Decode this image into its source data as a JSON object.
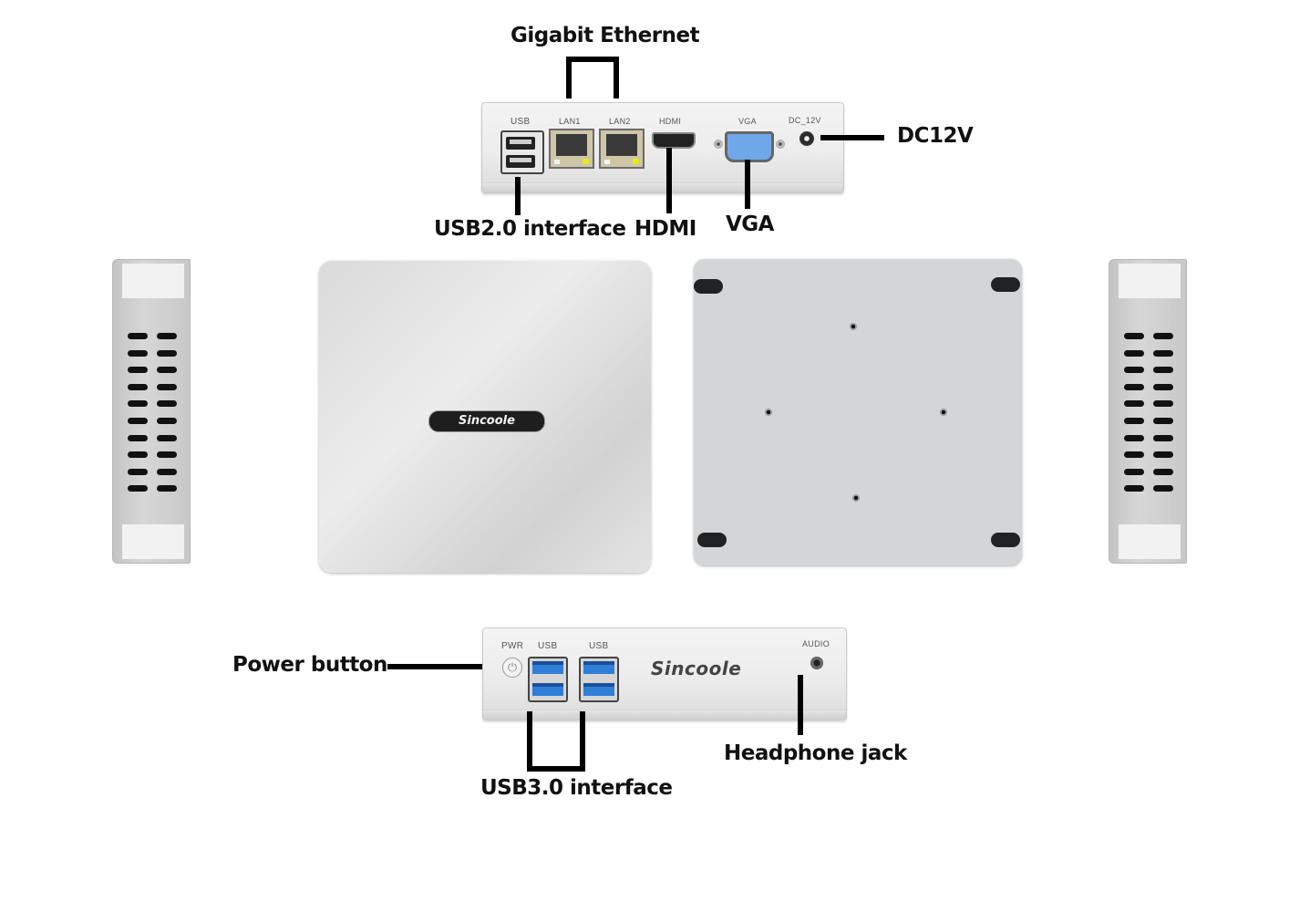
{
  "diagram": {
    "title": "Sincoole Mini PC port layout",
    "brand": "Sincoole",
    "callouts": {
      "gigabit_ethernet": "Gigabit Ethernet",
      "dc12v": "DC12V",
      "usb2": "USB2.0 interface",
      "hdmi": "HDMI",
      "vga": "VGA",
      "power_button": "Power button",
      "usb3": "USB3.0  interface",
      "headphone_jack": "Headphone jack"
    },
    "rear_panel": {
      "port_labels": {
        "usb": "USB",
        "lan1": "LAN1",
        "lan2": "LAN2",
        "hdmi": "HDMI",
        "vga": "VGA",
        "dc": "DC_12V"
      }
    },
    "front_panel": {
      "port_labels": {
        "pwr": "PWR",
        "usb_a": "USB",
        "usb_b": "USB",
        "audio": "AUDIO"
      },
      "power_glyph": "⏻"
    },
    "views": [
      "rear",
      "left-side",
      "top",
      "bottom",
      "right-side",
      "front"
    ],
    "colors": {
      "leader_line": "#000000",
      "usb3_port": "#2f7fd8",
      "vga_port": "#6fa8e8",
      "chassis": "#e6e6e6"
    }
  }
}
